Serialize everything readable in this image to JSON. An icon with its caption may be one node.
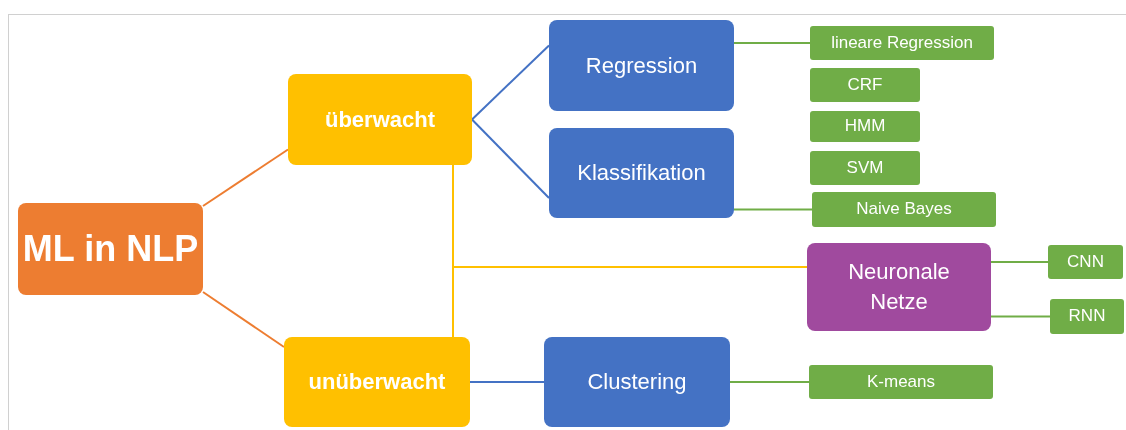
{
  "diagram": {
    "nodes": [
      {
        "text": [
          "ML in NLP"
        ]
      },
      {
        "text": [
          "überwacht"
        ]
      },
      {
        "text": [
          "unüberwacht"
        ]
      },
      {
        "text": [
          "Regression"
        ]
      },
      {
        "text": [
          "Klassifikation"
        ]
      },
      {
        "text": [
          "Neuronale Netze"
        ]
      },
      {
        "text": [
          "Clustering"
        ]
      },
      {
        "text": [
          "lineare Regression"
        ]
      },
      {
        "text": [
          "CRF"
        ]
      },
      {
        "text": [
          "HMM"
        ]
      },
      {
        "text": [
          "SVM"
        ]
      },
      {
        "text": [
          "Naive Bayes"
        ]
      },
      {
        "text": [
          "CNN"
        ]
      },
      {
        "text": [
          "RNN"
        ]
      },
      {
        "text": [
          "K-means"
        ]
      }
    ],
    "edges": [
      {
        "from": 0,
        "to": 1,
        "arrow": "none",
        "color": "#ed7d31"
      },
      {
        "from": 0,
        "to": 2,
        "arrow": "none",
        "color": "#ed7d31"
      },
      {
        "from": 1,
        "to": 3,
        "arrow": "none",
        "color": "#4472c4"
      },
      {
        "from": 1,
        "to": 4,
        "arrow": "none",
        "color": "#4472c4"
      },
      {
        "from": 1,
        "to": 5,
        "arrow": "none",
        "color": "#ffc000"
      },
      {
        "from": 2,
        "to": 5,
        "arrow": "none",
        "color": "#ffc000"
      },
      {
        "from": 2,
        "to": 6,
        "arrow": "none",
        "color": "#4472c4"
      },
      {
        "from": 3,
        "to": 7,
        "arrow": "none"
      },
      {
        "from": 4,
        "to": 11,
        "arrow": "none"
      },
      {
        "from": 5,
        "to": 12,
        "arrow": "none"
      },
      {
        "from": 5,
        "to": 13,
        "arrow": "none"
      },
      {
        "from": 6,
        "to": 14,
        "arrow": "none"
      }
    ]
  }
}
